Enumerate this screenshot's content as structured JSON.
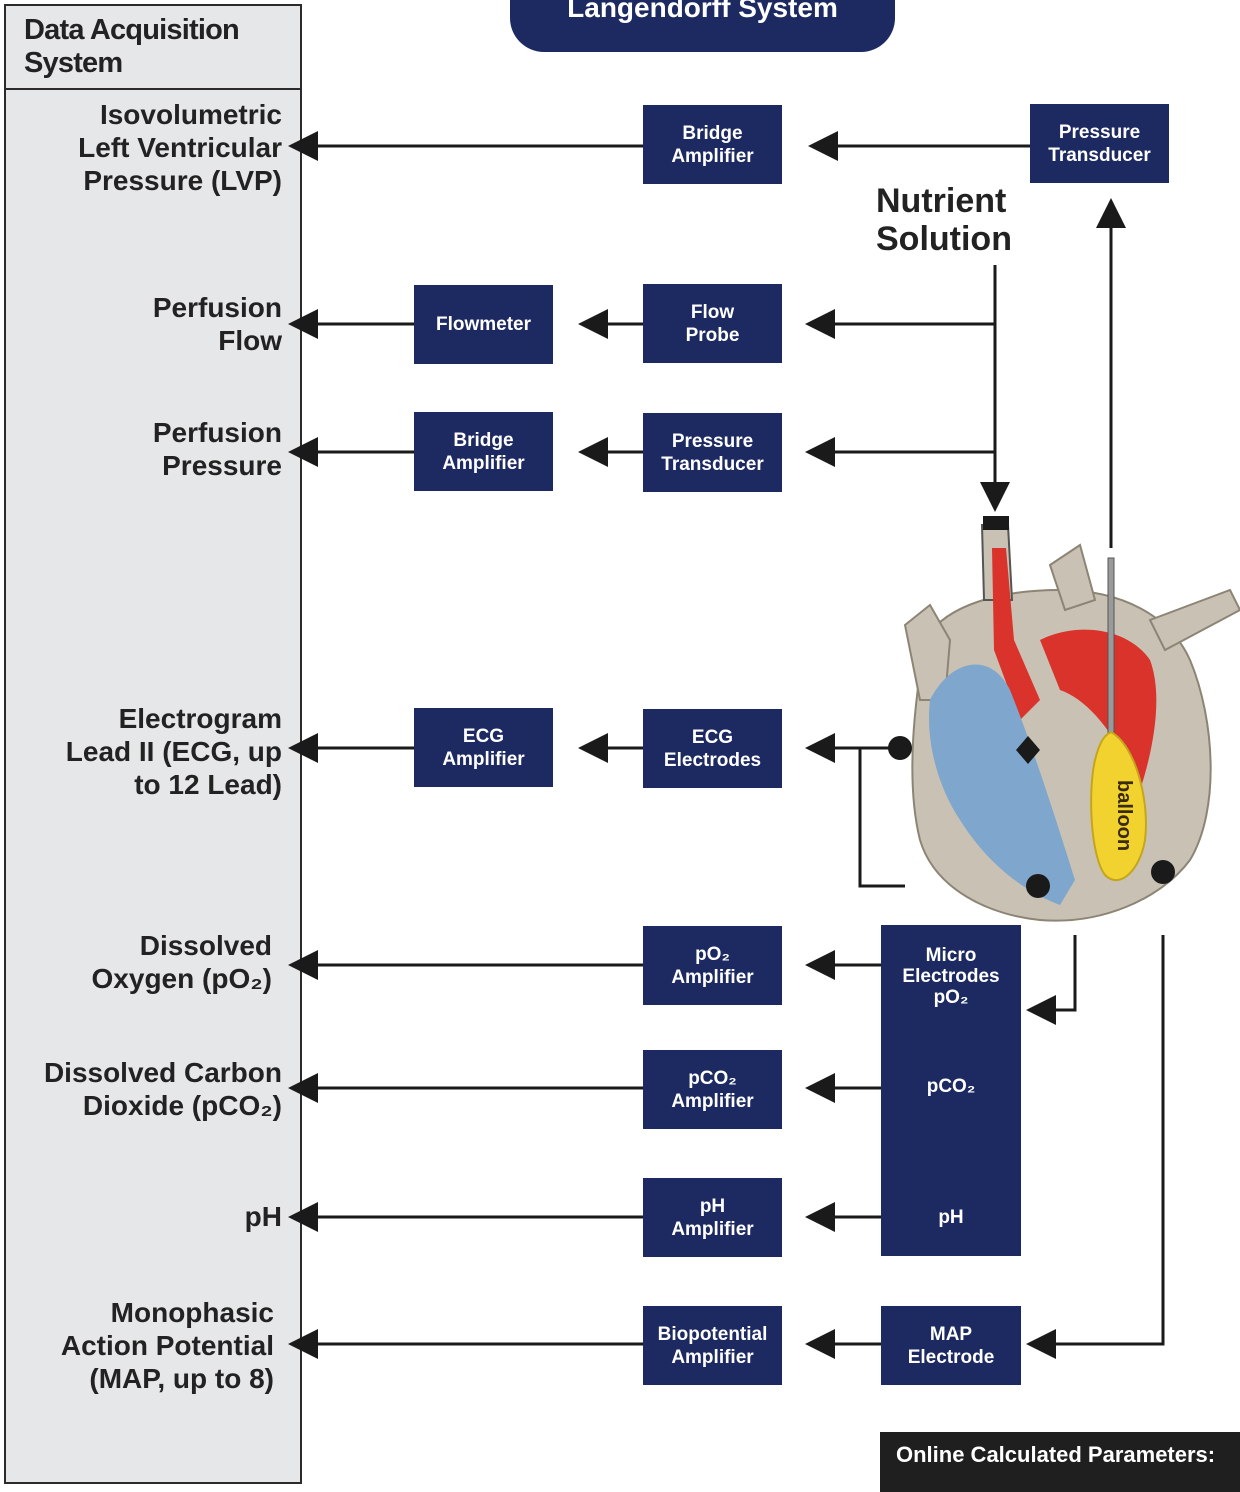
{
  "title": "Langendorff System",
  "daq_header": "Data Acquisition System",
  "nutrient_label": "Nutrient\nSolution",
  "balloon_label": "balloon",
  "online_label": "Online Calculated Parameters:",
  "parameters": [
    {
      "id": "lvp",
      "lines": [
        "Isovolumetric",
        "Left Ventricular",
        "Pressure (LVP)"
      ]
    },
    {
      "id": "flow",
      "lines": [
        "Perfusion",
        "Flow"
      ]
    },
    {
      "id": "pressure",
      "lines": [
        "Perfusion",
        "Pressure"
      ]
    },
    {
      "id": "ecg",
      "lines": [
        "Electrogram",
        "Lead II (ECG, up",
        "to 12 Lead)"
      ]
    },
    {
      "id": "po2",
      "lines": [
        "Dissolved",
        "Oxygen (pO₂)"
      ]
    },
    {
      "id": "pco2",
      "lines": [
        "Dissolved Carbon",
        "Dioxide (pCO₂)"
      ]
    },
    {
      "id": "ph",
      "lines": [
        "pH"
      ]
    },
    {
      "id": "map",
      "lines": [
        "Monophasic",
        "Action Potential",
        "(MAP, up to 8)"
      ]
    }
  ],
  "boxes": {
    "lvp_bridge": "Bridge\nAmplifier",
    "lvp_transducer": "Pressure\nTransducer",
    "flowmeter": "Flowmeter",
    "flow_probe": "Flow\nProbe",
    "pp_bridge": "Bridge\nAmplifier",
    "pp_transducer": "Pressure\nTransducer",
    "ecg_amp": "ECG\nAmplifier",
    "ecg_electrodes": "ECG\nElectrodes",
    "po2_amp": "pO₂\nAmplifier",
    "pco2_amp": "pCO₂\nAmplifier",
    "ph_amp": "pH\nAmplifier",
    "bio_amp": "Biopotential\nAmplifier",
    "map_electrode": "MAP\nElectrode"
  },
  "micro_electrodes": {
    "head": "Micro\nElectrodes\npO₂",
    "pco2": "pCO₂",
    "ph": "pH"
  },
  "colors": {
    "box": "#1d2a62",
    "panel": "#e6e7e9",
    "heart_red": "#d9332b",
    "heart_blue": "#7fa6cc",
    "balloon": "#f2d22e"
  }
}
